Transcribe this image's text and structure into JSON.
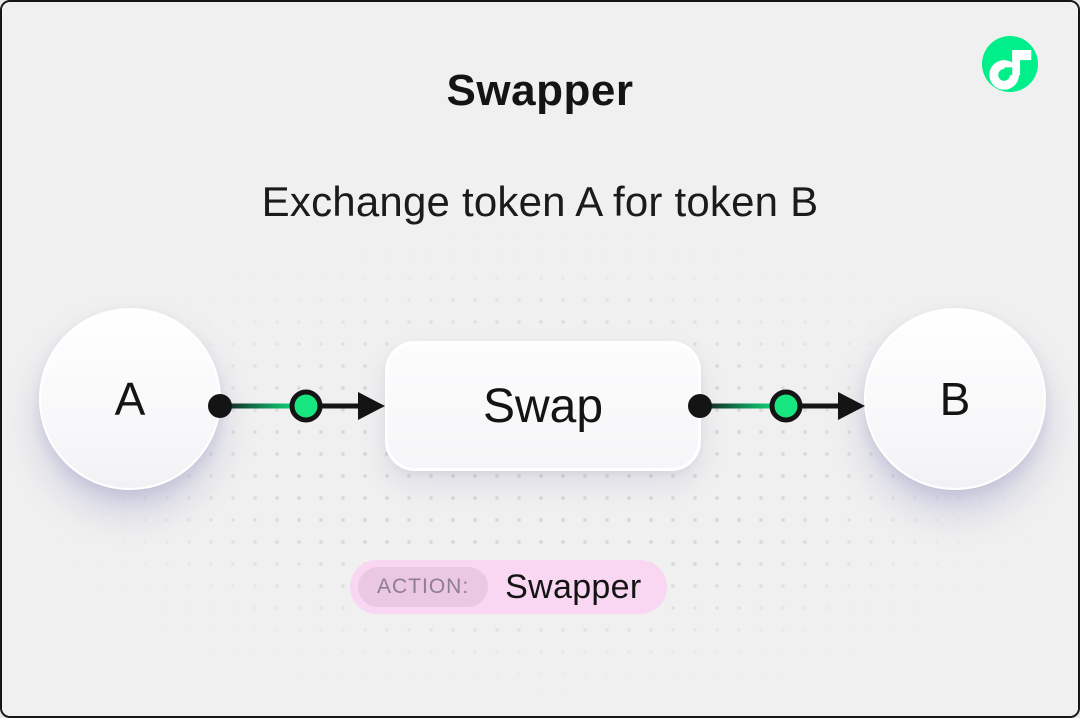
{
  "header": {
    "title": "Swapper",
    "subtitle": "Exchange token A for token B"
  },
  "logo": {
    "name": "flow-logo",
    "brand_green": "#00EF8B",
    "glyph_color": "#FFFFFF"
  },
  "diagram": {
    "node_a_label": "A",
    "node_b_label": "B",
    "process_label": "Swap",
    "connector_dot_color": "#141414",
    "connector_green": "#17E57F",
    "line_color": "#141414"
  },
  "badge": {
    "label": "ACTION:",
    "value": "Swapper",
    "background": "#F9D7F3",
    "label_background": "#EAC7E2",
    "label_color": "#8D7F8D"
  },
  "page": {
    "background": "#F0F0F0",
    "frame_color": "#161616",
    "dot_color": "#D7D7D7"
  }
}
